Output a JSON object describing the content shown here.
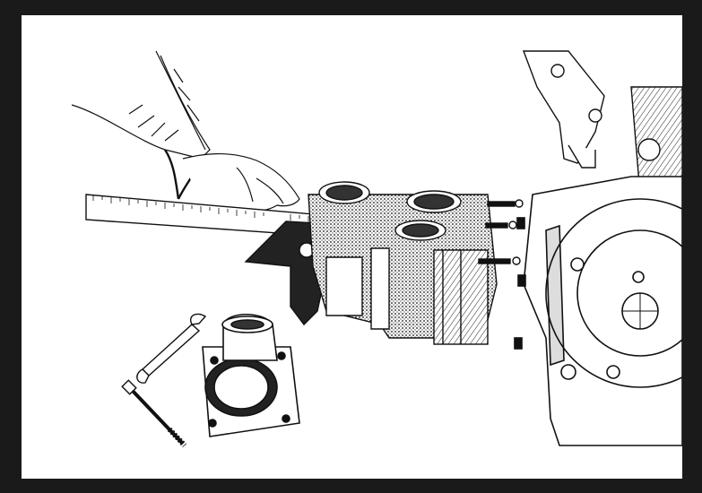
{
  "illustration": {
    "palette": {
      "frame": "#1a1a1a",
      "paper": "#ffffff",
      "ink": "#111111",
      "shade": "#555555"
    },
    "subjects": [
      "hand-with-ruler",
      "transmission-housing",
      "bell-housing",
      "engine-block",
      "open-end-wrench",
      "long-bolt"
    ]
  }
}
